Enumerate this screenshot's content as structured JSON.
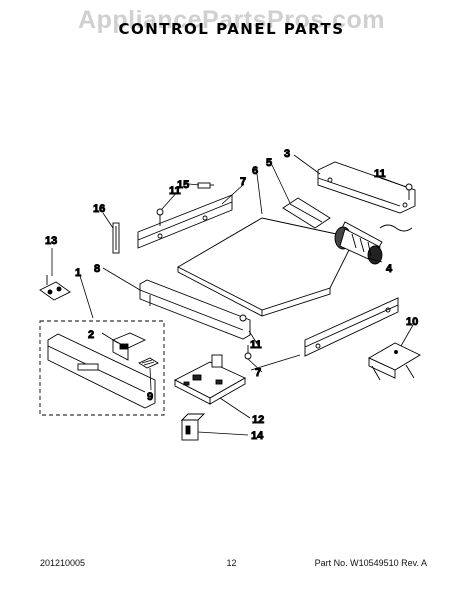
{
  "watermark": "AppliancePartsPros.com",
  "title": "CONTROL PANEL PARTS",
  "callouts": {
    "c1": "1",
    "c2": "2",
    "c3": "3",
    "c4": "4",
    "c5": "5",
    "c6": "6",
    "c7a": "7",
    "c7b": "7",
    "c8": "8",
    "c9": "9",
    "c10": "10",
    "c11a": "11",
    "c11b": "11",
    "c11c": "11",
    "c12": "12",
    "c13": "13",
    "c14": "14",
    "c15": "15",
    "c16": "16"
  },
  "footer": {
    "left": "201210005",
    "center": "12",
    "right": "Part No.  W10549510  Rev.  A"
  }
}
